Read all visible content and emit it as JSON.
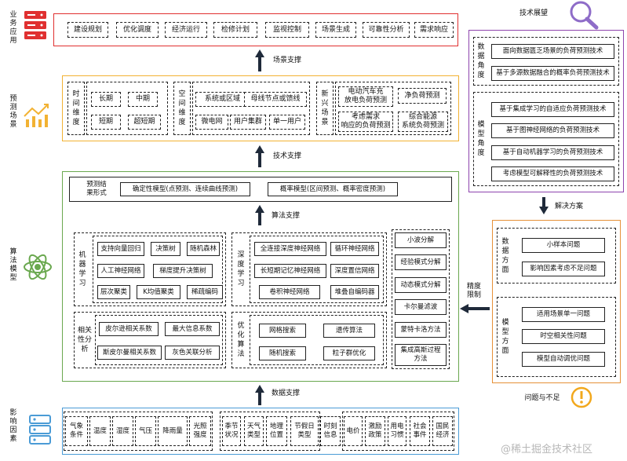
{
  "colors": {
    "red": "#e03030",
    "yellow": "#f2b233",
    "green": "#6aa84f",
    "blue": "#4a9bd6",
    "purple": "#8e44ad",
    "orange": "#e69138",
    "arrow": "#1f2a3a"
  },
  "left_labels": {
    "app": "业\n务\n应\n用",
    "scene": "预\n测\n场\n景",
    "algo": "算\n法\n模\n型",
    "influence": "影\n响\n因\n素"
  },
  "business": [
    "建设规划",
    "优化调度",
    "经济运行",
    "检修计划",
    "监视控制",
    "场景生成",
    "可靠性分析",
    "需求响应"
  ],
  "arrows": {
    "scene_support": "场景支撑",
    "tech_support": "技术支撑",
    "algo_support": "算法支撑",
    "data_support": "数据支撑",
    "solution": "解决方案",
    "precision": "精度\n限制"
  },
  "scene": {
    "time_dim": "时\n间\n维\n度",
    "time_items": [
      "长期",
      "中期",
      "短期",
      "超短期"
    ],
    "space_dim": "空\n间\n维\n度",
    "space_items": [
      "系统或区域",
      "母线节点或馈线",
      "微电网",
      "用户集群",
      "单一用户"
    ],
    "new_scene": "新\n兴\n场\n景",
    "new_items": [
      "电动汽车充\n放电负荷预测",
      "净负荷预测",
      "考虑需求\n响应的负荷预测",
      "综合能源\n系统负荷预测"
    ]
  },
  "result_form": {
    "label": "预测结\n果形式",
    "deterministic": "确定性模型(点预测、连续曲线预测)",
    "probabilistic": "概率模型(区间预测、概率密度预测)"
  },
  "ml": {
    "label": "机\n器\n学\n习",
    "items": [
      "支持向量回归",
      "决策树",
      "随机森林",
      "人工神经网络",
      "梯度提升决策树",
      "层次聚类",
      "K均值聚类",
      "稀疏编码"
    ]
  },
  "dl": {
    "label": "深\n度\n学\n习",
    "items": [
      "全连接深度神经网络",
      "循环神经网络",
      "长短期记忆神经网络",
      "深度置信网络",
      "卷积神经网络",
      "堆叠自编码器"
    ]
  },
  "corr": {
    "label": "相关\n性分\n析",
    "items": [
      "皮尔逊相关系数",
      "最大信息系数",
      "斯皮尔曼相关系数",
      "灰色关联分析"
    ]
  },
  "opt": {
    "label": "优\n化\n算\n法",
    "items": [
      "网格搜索",
      "遗传算法",
      "随机搜索",
      "粒子群优化"
    ]
  },
  "signal": [
    "小波分解",
    "经验模式分解",
    "动态模式分解",
    "卡尔曼滤波",
    "蒙特卡洛方法",
    "集成高斯过程\n方法"
  ],
  "factors": [
    "气象\n条件",
    "温度",
    "湿度",
    "气压",
    "降雨量",
    "光照\n强度",
    "季节\n状况",
    "天气\n类型",
    "地理\n位置",
    "节假日\n类型",
    "时刻\n信息",
    "电价",
    "激励\n政策",
    "用电\n习惯",
    "社会\n事件",
    "国民\n经济"
  ],
  "outlook": {
    "title": "技术展望",
    "data_angle": "数\n据\n角\n度",
    "data_items": [
      "面向数据匮乏场景的负荷预测技术",
      "基于多源数据融合的概率负荷预测技术"
    ],
    "model_angle": "模\n型\n角\n度",
    "model_items": [
      "基于集成学习的自适应负荷预测技术",
      "基于图神经网络的负荷预测技术",
      "基于自动机器学习的负荷预测技术",
      "考虑模型可解释性的负荷预测技术"
    ]
  },
  "problems": {
    "title": "问题与不足",
    "data_side": "数\n据\n方\n面",
    "data_items": [
      "小样本问题",
      "影响因素考虑不足问题"
    ],
    "model_side": "模\n型\n方\n面",
    "model_items": [
      "适用场景单一问题",
      "时空相关性问题",
      "模型自动调优问题"
    ]
  },
  "watermark": "@稀土掘金技术社区",
  "icons": [
    "server-icon",
    "chart-icon",
    "atom-icon",
    "database-icon",
    "magnifier-icon",
    "warning-icon"
  ]
}
